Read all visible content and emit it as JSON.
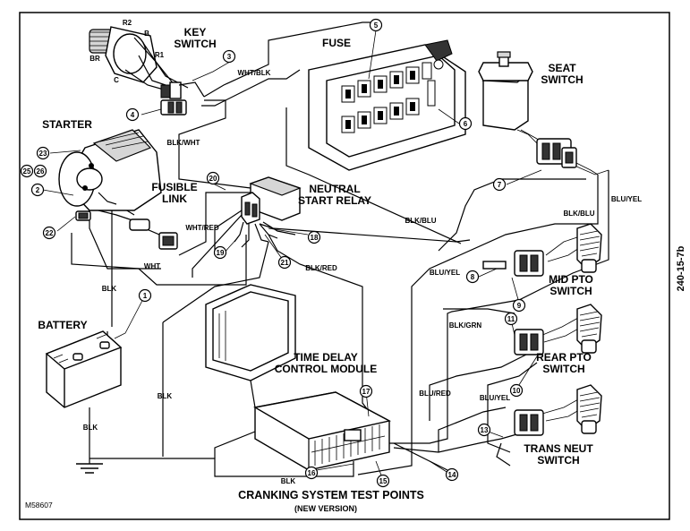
{
  "figure": {
    "id_code": "M58607",
    "side_code": "240-15-7b",
    "title": "CRANKING SYSTEM TEST POINTS",
    "subtitle": "(NEW VERSION)"
  },
  "components": {
    "key_switch": "KEY\nSWITCH",
    "fuse": "FUSE",
    "seat_switch": "SEAT\nSWITCH",
    "starter": "STARTER",
    "fusible_link": "FUSIBLE\nLINK",
    "neutral_start_relay": "NEUTRAL\nSTART RELAY",
    "battery": "BATTERY",
    "mid_pto": "MID PTO\nSWITCH",
    "rear_pto": "REAR PTO\nSWITCH",
    "trans_neut": "TRANS NEUT\nSWITCH",
    "time_delay": "TIME DELAY\nCONTROL MODULE"
  },
  "terminals": {
    "r2": "R2",
    "b": "B",
    "r1": "R1",
    "br": "BR",
    "c": "C"
  },
  "wires": {
    "wht_blk": "WHT/BLK",
    "blk_wht": "BLK/WHT",
    "wht_red": "WHT/RED",
    "wht": "WHT",
    "blk_a": "BLK",
    "blk_b": "BLK",
    "blk_c": "BLK",
    "blk_d": "BLK",
    "blk_blu_a": "BLK/BLU",
    "blk_blu_b": "BLK/BLU",
    "blu_yel_a": "BLU/YEL",
    "blu_yel_b": "BLU/YEL",
    "blu_yel_c": "BLU/YEL",
    "blk_red": "BLK/RED",
    "blk_grn": "BLK/GRN",
    "blu_red": "BLU/RED"
  },
  "callouts": {
    "c1": "1",
    "c2": "2",
    "c3": "3",
    "c4": "4",
    "c5": "5",
    "c6": "6",
    "c7": "7",
    "c8": "8",
    "c9": "9",
    "c10": "10",
    "c11": "11",
    "c13": "13",
    "c14": "14",
    "c15": "15",
    "c16": "16",
    "c17": "17",
    "c18": "18",
    "c19": "19",
    "c20": "20",
    "c21": "21",
    "c22": "22",
    "c23": "23",
    "c25": "25",
    "c26": "26"
  }
}
